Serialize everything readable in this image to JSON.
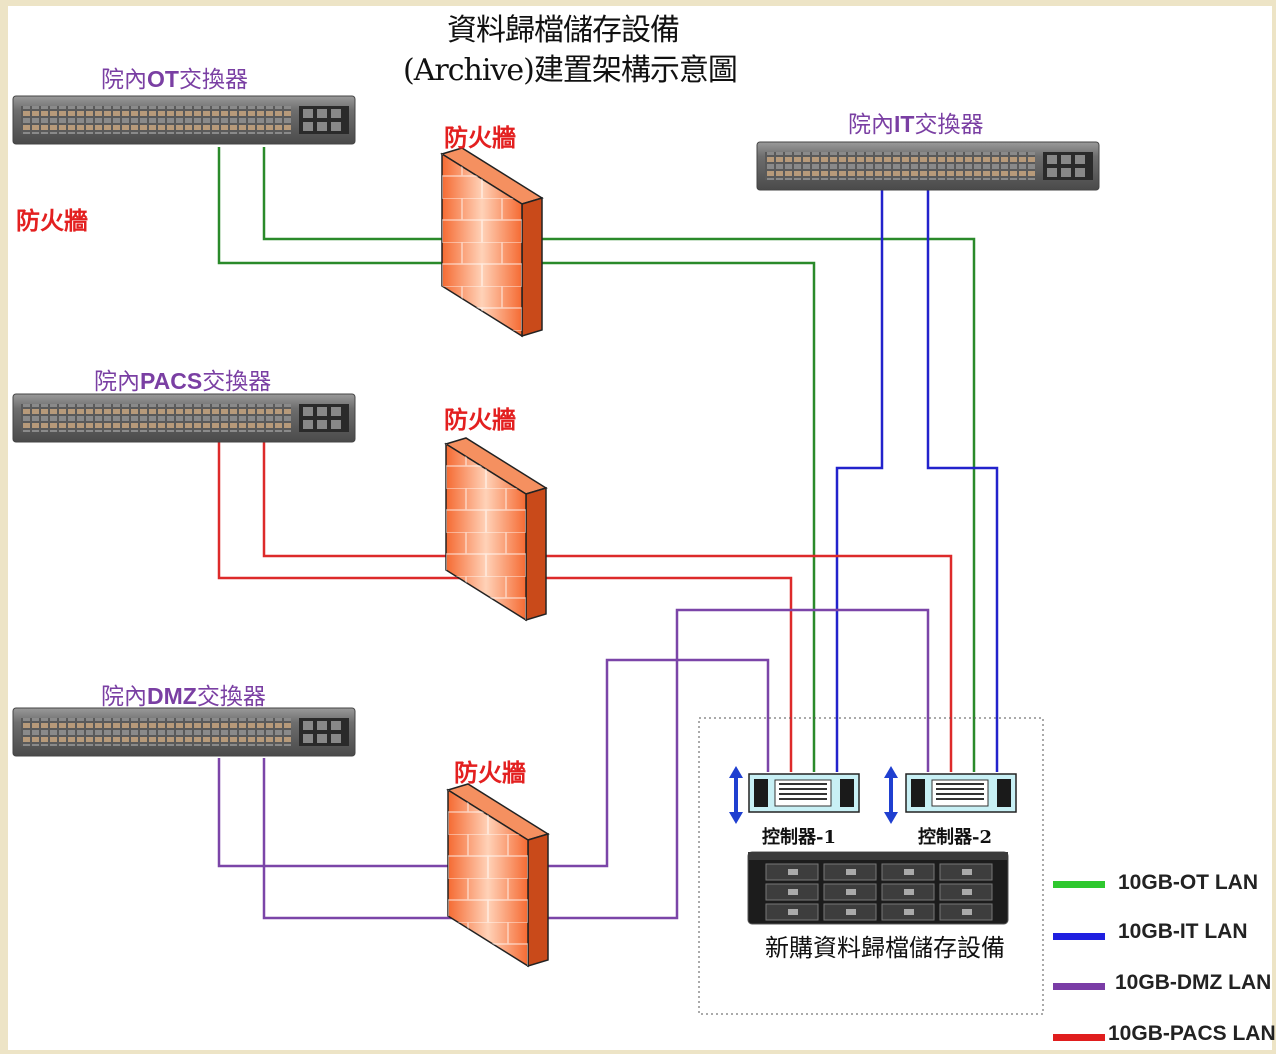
{
  "title": {
    "line1": "資料歸檔儲存設備",
    "line2": "(Archive)建置架構示意圖"
  },
  "switches": [
    {
      "prefix": "院內",
      "code": "OT",
      "suffix": "交換器"
    },
    {
      "prefix": "院內",
      "code": "PACS",
      "suffix": "交換器"
    },
    {
      "prefix": "院內",
      "code": "DMZ",
      "suffix": "交換器"
    },
    {
      "prefix": "院內",
      "code": "IT",
      "suffix": "交換器"
    }
  ],
  "firewalls": {
    "label": "防火牆",
    "side_label": "防火牆"
  },
  "storage": {
    "controllers": [
      "控制器-1",
      "控制器-2"
    ],
    "device_label": "新購資料歸檔儲存設備"
  },
  "legend": [
    {
      "label": "10GB-OT LAN",
      "color": "#2ec82e"
    },
    {
      "label": "10GB-IT LAN",
      "color": "#1f1fe0"
    },
    {
      "label": "10GB-DMZ LAN",
      "color": "#7a3ca6"
    },
    {
      "label": "10GB-PACS LAN",
      "color": "#e01e1e"
    }
  ],
  "colors": {
    "ot": "#2a8a2a",
    "it": "#2222cc",
    "pacs": "#dd2a2a",
    "dmz": "#7b45a8",
    "firewall": "#f0743a"
  }
}
